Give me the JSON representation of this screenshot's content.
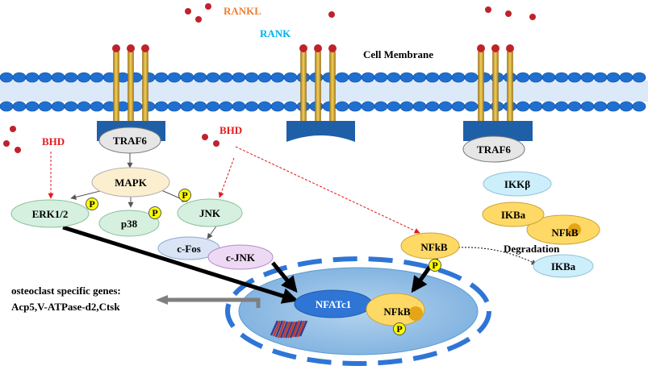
{
  "ligands": {
    "rankl": "RANKL",
    "rank": "RANK"
  },
  "membrane": {
    "label": "Cell Membrane"
  },
  "drug": {
    "label_left": "BHD",
    "label_right": "BHD"
  },
  "nodes": {
    "traf6_left": "TRAF6",
    "traf6_right": "TRAF6",
    "mapk": "MAPK",
    "erk": "ERK1/2",
    "p38": "p38",
    "jnk": "JNK",
    "cfos": "c-Fos",
    "cjnk": "c-JNK",
    "nfkb_cyto": "NFkB",
    "ikkb": "IKKβ",
    "ikba": "IKBa",
    "nfkb_complex": "NFkB",
    "ikba_degraded": "IKBa",
    "nfatc1": "NFATc1",
    "nfkb_nucleus": "NFkB"
  },
  "phospho": "P",
  "degradation": "Degradation",
  "genes": {
    "line1": "osteoclast specific genes:",
    "line2": "Acp5,V-ATPase-d2,Ctsk"
  },
  "colors": {
    "membrane_blue": "#1f6fd1",
    "rankl_orange": "#ed7d31",
    "rank_blue": "#00b0f0",
    "bhd_red": "#e31a1c",
    "rank_gold": "#d4a62a",
    "nucleus_blue": "#9dc3e6",
    "phospho_yellow": "#ffff00"
  }
}
